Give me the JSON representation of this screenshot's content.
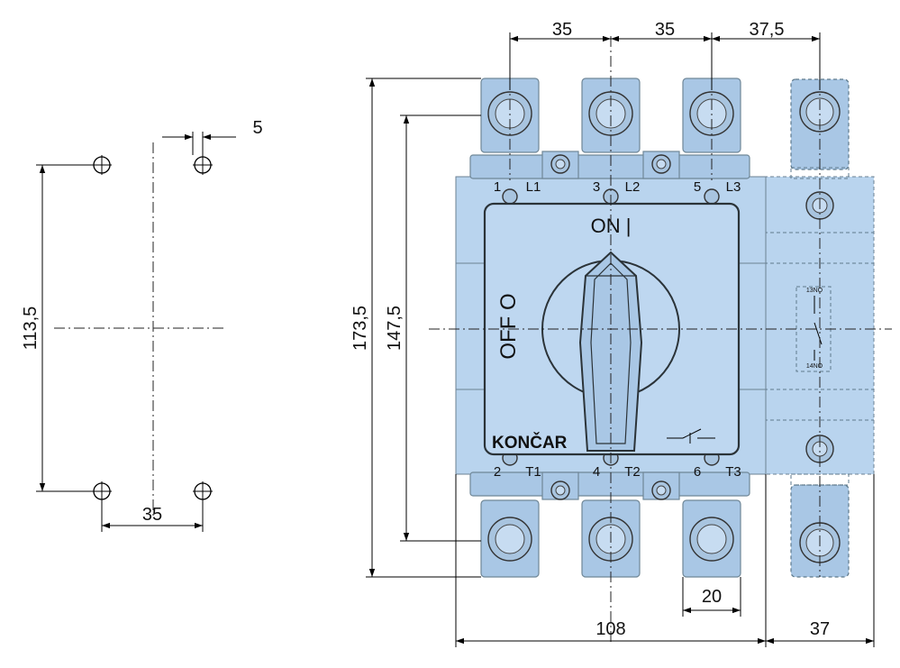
{
  "dimensions": {
    "hole_offset": "5",
    "hole_height": "113,5",
    "hole_width": "35",
    "pitch_1": "35",
    "pitch_2": "35",
    "pitch_aux": "37,5",
    "total_height": "173,5",
    "bolt_height": "147,5",
    "bar_width": "20",
    "main_width": "108",
    "aux_width": "37"
  },
  "switch": {
    "on_label": "ON |",
    "off_label": "OFF O",
    "brand": "KONČAR",
    "terminals_top": [
      "1",
      "L1",
      "3",
      "L2",
      "5",
      "L3"
    ],
    "terminals_bottom": [
      "2",
      "T1",
      "4",
      "T2",
      "6",
      "T3"
    ],
    "aux_contact_top": "13NO",
    "aux_contact_bottom": "14NO"
  },
  "colors": {
    "body": "#b9d4ee",
    "outline": "#2b3338"
  }
}
